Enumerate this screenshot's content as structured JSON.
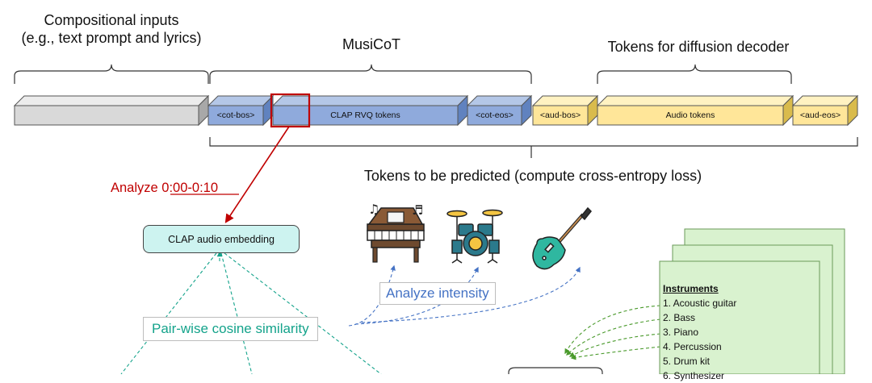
{
  "top_labels": {
    "compositional": [
      "Compositional inputs",
      "(e.g., text prompt and lyrics)"
    ],
    "musicot": "MusiCoT",
    "diffusion": "Tokens for diffusion decoder"
  },
  "tokens": {
    "cot_bos": "<cot-bos>",
    "clap_rvq": "CLAP RVQ tokens",
    "cot_eos": "<cot-eos>",
    "aud_bos": "<aud-bos>",
    "audio_tokens": "Audio tokens",
    "aud_eos": "<aud-eos>"
  },
  "predicted_label": "Tokens to be predicted (compute cross-entropy loss)",
  "analyze": {
    "prefix": "Analyze ",
    "range": "0:00-0:10"
  },
  "embedding_box": "CLAP audio embedding",
  "similarity_label": "Pair-wise cosine similarity",
  "intensity_label": "Analyze intensity",
  "icons": [
    "piano-icon",
    "drum-kit-icon",
    "electric-guitar-icon"
  ],
  "instruments": {
    "heading": "Instruments",
    "items": [
      "1. Acoustic guitar",
      "2. Bass",
      "3. Piano",
      "4. Percussion",
      "5. Drum kit",
      "6. Synthesizer"
    ]
  },
  "colors": {
    "text_token": "#d9d9d9",
    "cot_token": "#8faadc",
    "audio_token": "#ffe699",
    "highlight": "#c00000",
    "analyze_red": "#c00000",
    "teal": "#14a38b",
    "blue": "#4472c4",
    "green": "#4a9a2c",
    "embed_fill": "#cdf3f0",
    "card_fill": "#d9f2cf"
  }
}
